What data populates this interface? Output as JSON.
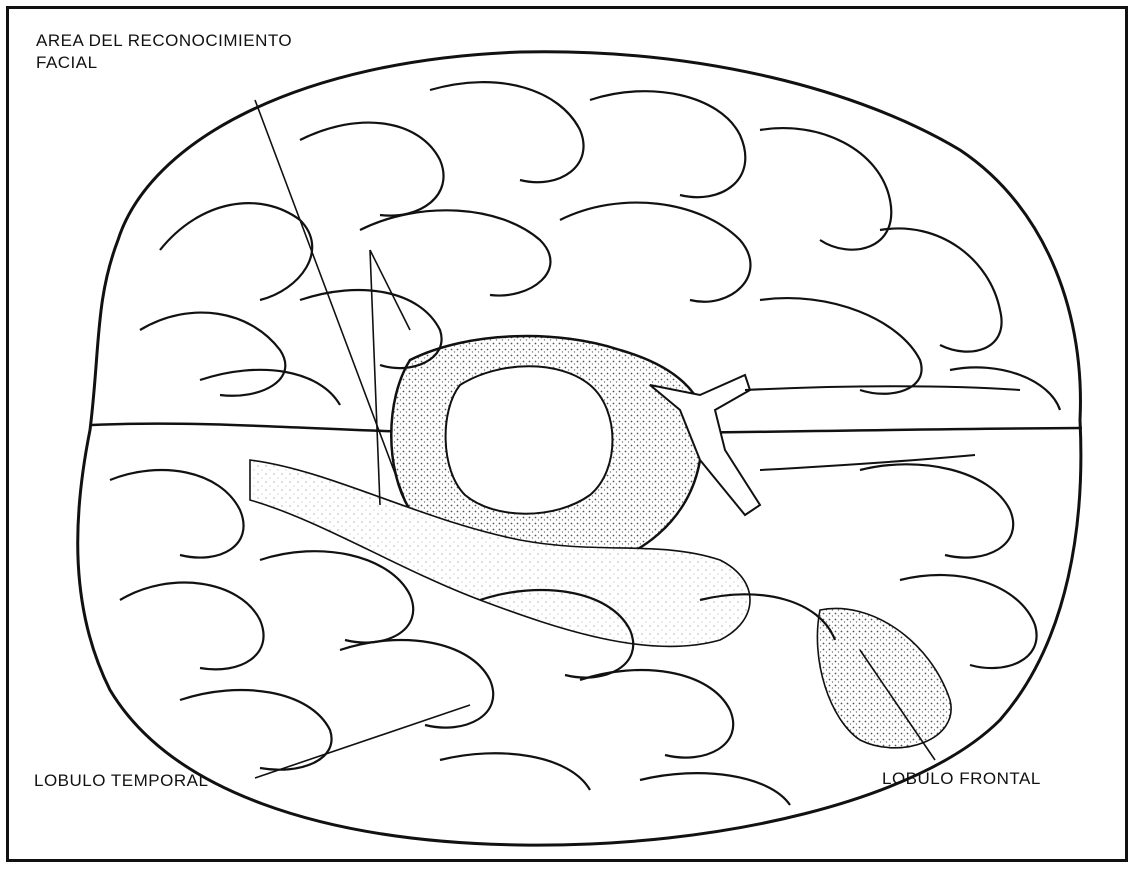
{
  "labels": {
    "facial_line1": "AREA DEL RECONOCIMIENTO",
    "facial_line2": "FACIAL",
    "temporal": "LOBULO TEMPORAL",
    "frontal": "LOBULO FRONTAL"
  },
  "colors": {
    "ink": "#111111",
    "paper": "#ffffff",
    "shade": "#8a8a8a"
  }
}
